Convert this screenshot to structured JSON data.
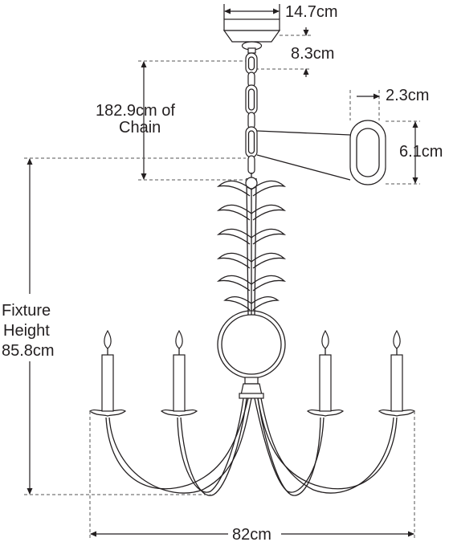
{
  "labels": {
    "canopy_width": "14.7cm",
    "canopy_height": "8.3cm",
    "chain_length_line1": "182.9cm of",
    "chain_length_line2": "Chain",
    "link_width": "2.3cm",
    "link_height": "6.1cm",
    "fixture_height_line1": "Fixture",
    "fixture_height_line2": "Height",
    "fixture_height_line3": "85.8cm",
    "fixture_width": "82cm"
  }
}
